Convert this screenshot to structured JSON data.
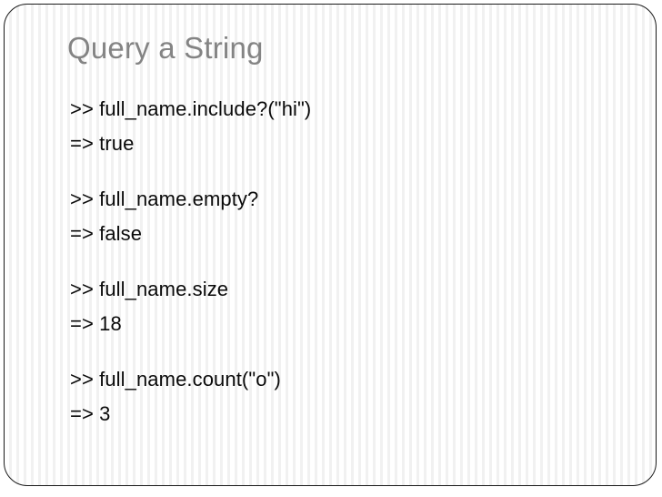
{
  "slide": {
    "title": "Query a String",
    "title_color": "#848484",
    "body_color": "#0a0a0a",
    "border_color": "#1a1a1a",
    "background_color": "#ffffff",
    "stripe_color": "#f1f1f1",
    "blocks": [
      {
        "command": ">> full_name.include?(\"hi\")",
        "result": "=> true"
      },
      {
        "command": ">> full_name.empty?",
        "result": "=> false"
      },
      {
        "command": ">> full_name.size",
        "result": "=> 18"
      },
      {
        "command": ">> full_name.count(\"o\")",
        "result": "=> 3"
      }
    ]
  }
}
